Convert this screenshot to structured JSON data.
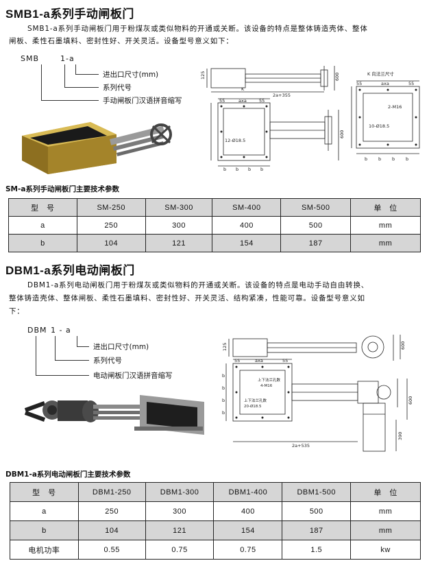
{
  "smb": {
    "title": "SMB1-a系列手动闸板门",
    "desc_line1": "SMB1-a系列手动闸板门用于粉煤灰或类似物料的开通或关断。该设备的特点是整体铸造壳体、整体",
    "desc_line2": "闸板、柔性石墨填料、密封性好、开关灵活。设备型号意义如下：",
    "code_prefix": "SMB",
    "code_suffix": "1-a",
    "legend": [
      "进出口尺寸(mm)",
      "系列代号",
      "手动闸板门汉语拼音缩写"
    ]
  },
  "smb_drawing": {
    "top_dims": [
      "125",
      "600"
    ],
    "k_label": "K",
    "plan_dims": [
      "2a+355",
      "55",
      "axa",
      "55",
      "b",
      "b",
      "b",
      "b",
      "600",
      "12-Ø18.5"
    ],
    "flange": {
      "title": "K 向法兰尺寸",
      "dims": [
        "55",
        "axa",
        "55",
        "2-M16",
        "10-Ø18.5",
        "b",
        "b",
        "b",
        "b"
      ]
    }
  },
  "sm_table": {
    "title": "SM-a系列手动闸板门主要技术参数",
    "header": [
      "型　号",
      "SM-250",
      "SM-300",
      "SM-400",
      "SM-500",
      "单　位"
    ],
    "rows": [
      [
        "a",
        "250",
        "300",
        "400",
        "500",
        "mm"
      ],
      [
        "b",
        "104",
        "121",
        "154",
        "187",
        "mm"
      ]
    ]
  },
  "dbm": {
    "title": "DBM1-a系列电动闸板门",
    "desc_line1": "DBM1-a系列电动闸板门用于粉煤灰或类似物料的开通或关断。该设备的特点是电动手动自由转换、",
    "desc_line2": "整体铸造壳体、整体闸板、柔性石墨填料、密封性好、开关灵活、结构紧凑，性能可靠。设备型号意义如",
    "desc_line3": "下：",
    "code_prefix": "DBM",
    "code_suffix": "1 - a",
    "legend": [
      "进出口尺寸(mm)",
      "系列代号",
      "电动闸板门汉语拼音缩写"
    ]
  },
  "dbm_drawing": {
    "top_dims": [
      "125",
      "600"
    ],
    "plan_dims": [
      "55",
      "axa",
      "55",
      "b",
      "b",
      "b",
      "b",
      "2a+535",
      "600",
      "390"
    ],
    "flange_labels": [
      "上下法兰孔数",
      "4-M16",
      "上下法兰孔数",
      "20-Ø18.5"
    ]
  },
  "dbm_table": {
    "title": "DBM1-a系列电动闸板门主要技术参数",
    "header": [
      "型　号",
      "DBM1-250",
      "DBM1-300",
      "DBM1-400",
      "DBM1-500",
      "单　位"
    ],
    "rows": [
      [
        "a",
        "250",
        "300",
        "400",
        "500",
        "mm"
      ],
      [
        "b",
        "104",
        "121",
        "154",
        "187",
        "mm"
      ],
      [
        "电机功率",
        "0.55",
        "0.75",
        "0.75",
        "1.5",
        "kw"
      ]
    ]
  }
}
